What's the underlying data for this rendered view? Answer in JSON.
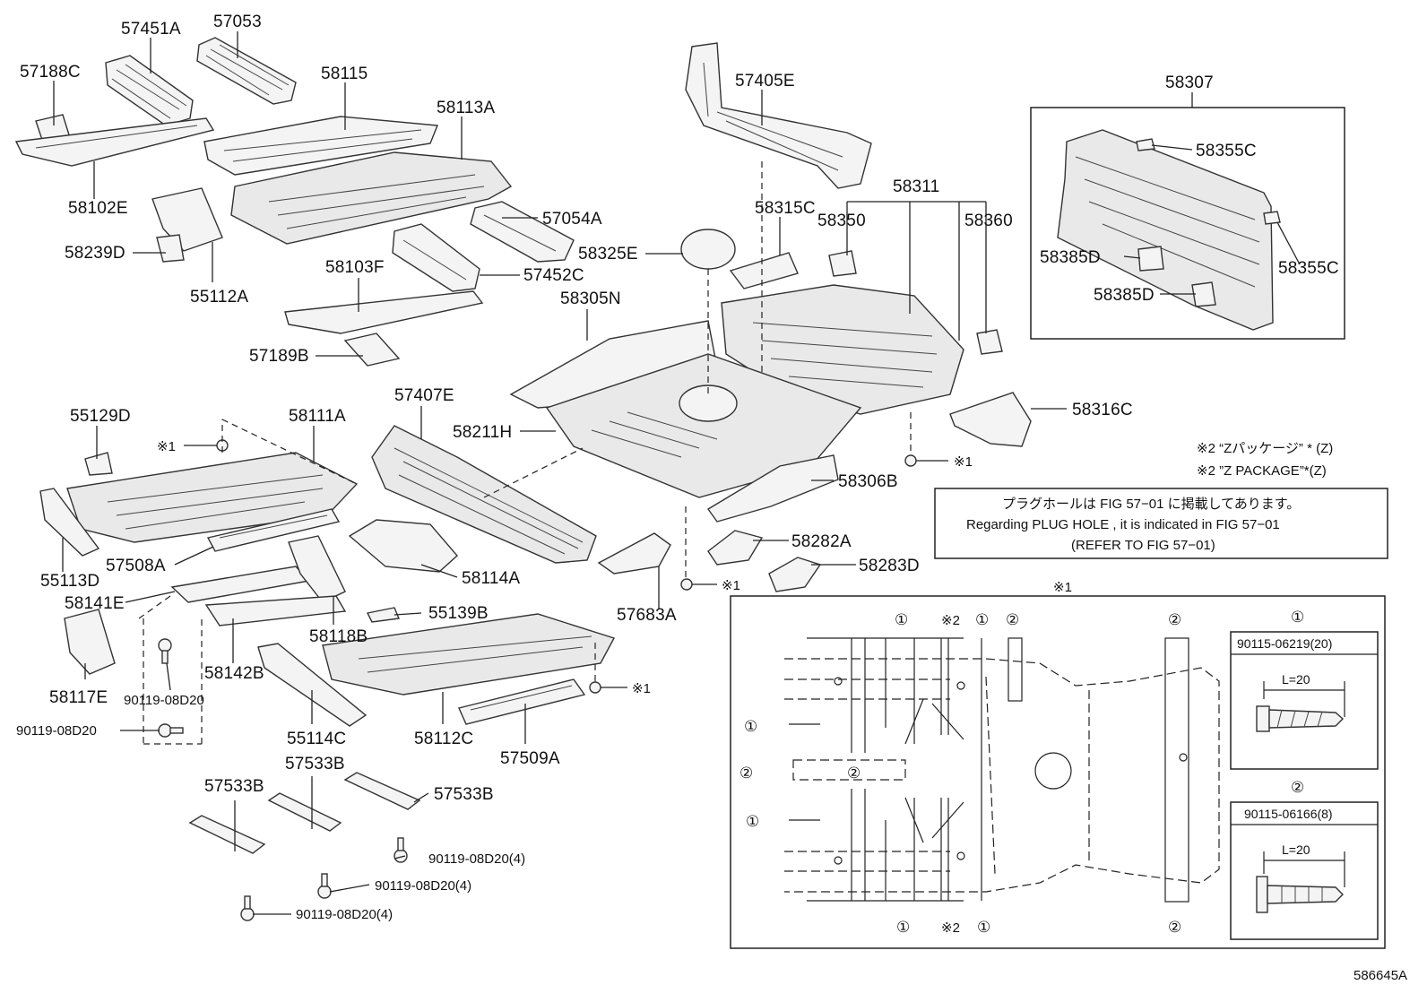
{
  "labels": {
    "p57451A": "57451A",
    "p57053": "57053",
    "p57188C": "57188C",
    "p58115": "58115",
    "p58113A": "58113A",
    "p58102E": "58102E",
    "p57054A": "57054A",
    "p58239D": "58239D",
    "p58103F": "58103F",
    "p57452C": "57452C",
    "p55112A": "55112A",
    "p57189B": "57189B",
    "p57405E": "57405E",
    "p58315C": "58315C",
    "p58350": "58350",
    "p58311": "58311",
    "p58360": "58360",
    "p58325E": "58325E",
    "p58305N": "58305N",
    "p58307": "58307",
    "p58355C_a": "58355C",
    "p58385D_a": "58385D",
    "p58355C_b": "58355C",
    "p58385D_b": "58385D",
    "p55129D": "55129D",
    "p58111A": "58111A",
    "p57407E": "57407E",
    "p58211H": "58211H",
    "p58316C": "58316C",
    "p55113D": "55113D",
    "p57508A": "57508A",
    "p58114A": "58114A",
    "p58306B": "58306B",
    "p58141E": "58141E",
    "p58282A": "58282A",
    "p58283D": "58283D",
    "p57683A": "57683A",
    "p55139B": "55139B",
    "p58118B": "58118B",
    "p58117E": "58117E",
    "p58142B": "58142B",
    "p90119_a": "90119-08D20",
    "p90119_b": "90119-08D20",
    "p55114C": "55114C",
    "p58112C": "58112C",
    "p57509A": "57509A",
    "p57533B_a": "57533B",
    "p57533B_b": "57533B",
    "p57533B_c": "57533B",
    "p90119x4_a": "90119-08D20(4)",
    "p90119x4_b": "90119-08D20(4)",
    "p90119x4_c": "90119-08D20(4)",
    "fig_code": "586645A"
  },
  "marks": {
    "ref1": "※1",
    "ref2": "※2",
    "c1": "①",
    "c2": "②"
  },
  "notes": {
    "z_package_jp": "※2 “Zパッケージ” * (Z)",
    "z_package_en": "※2 ”Z PACKAGE”*(Z)",
    "plug_hole_jp": "プラグホールは FIG 57−01 に掲載してあります。",
    "plug_hole_en": "Regarding PLUG HOLE , it is indicated in FIG 57−01",
    "plug_hole_ref": "(REFER TO FIG 57−01)"
  },
  "fasteners": {
    "f1_part": "90115-06219(20)",
    "f1_len": "L=20",
    "f2_part": "90115-06166(8)",
    "f2_len": "L=20"
  }
}
